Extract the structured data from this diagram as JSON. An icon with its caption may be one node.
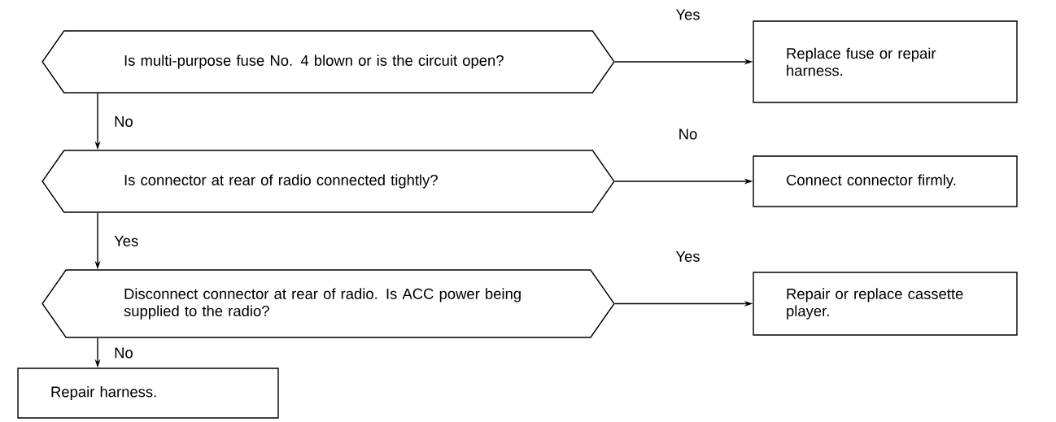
{
  "diagram": {
    "nodes": [
      {
        "text": [
          "Is multi-purpose fuse No. 4 blown or is the circuit open?"
        ]
      },
      {
        "text": [
          "Replace fuse or repair harness."
        ]
      },
      {
        "text": [
          "Is connector at rear of radio connected tightly?"
        ]
      },
      {
        "text": [
          "Connect connector firmly."
        ]
      },
      {
        "text": [
          "Disconnect connector at rear of radio. Is ACC power being supplied to the radio?"
        ]
      },
      {
        "text": [
          "Repair or replace cassette player."
        ]
      },
      {
        "text": [
          "Repair harness."
        ]
      }
    ],
    "edges": [
      {
        "from": 0,
        "to": 1,
        "arrow": "to",
        "label": "Yes"
      },
      {
        "from": 0,
        "to": 2,
        "arrow": "to",
        "label": "No"
      },
      {
        "from": 2,
        "to": 3,
        "arrow": "to",
        "label": "No"
      },
      {
        "from": 2,
        "to": 4,
        "arrow": "to",
        "label": "Yes"
      },
      {
        "from": 4,
        "to": 5,
        "arrow": "to",
        "label": "Yes"
      },
      {
        "from": 4,
        "to": 6,
        "arrow": "to",
        "label": "No"
      }
    ]
  }
}
